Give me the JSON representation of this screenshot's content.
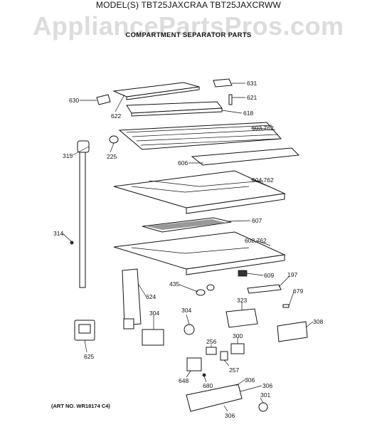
{
  "header": {
    "model_line": "MODEL(S) TBT25JAXCRAA  TBT25JAXCRWW",
    "watermark": "AppliancePartsPros.com",
    "section_title": "COMPARTMENT SEPARATOR PARTS"
  },
  "footer": {
    "art_no": "(ART NO. WR18174 C4)"
  },
  "callouts": [
    "631",
    "630",
    "621",
    "622",
    "618",
    "603,762",
    "315",
    "225",
    "606",
    "604,762",
    "607",
    "314",
    "608,762",
    "609",
    "197",
    "435",
    "679",
    "624",
    "323",
    "304",
    "304",
    "308",
    "300",
    "256",
    "625",
    "257",
    "648",
    "680",
    "306",
    "306",
    "301",
    "306"
  ],
  "colors": {
    "line": "#111111",
    "watermark": "#dcdcdc",
    "background": "#ffffff"
  }
}
